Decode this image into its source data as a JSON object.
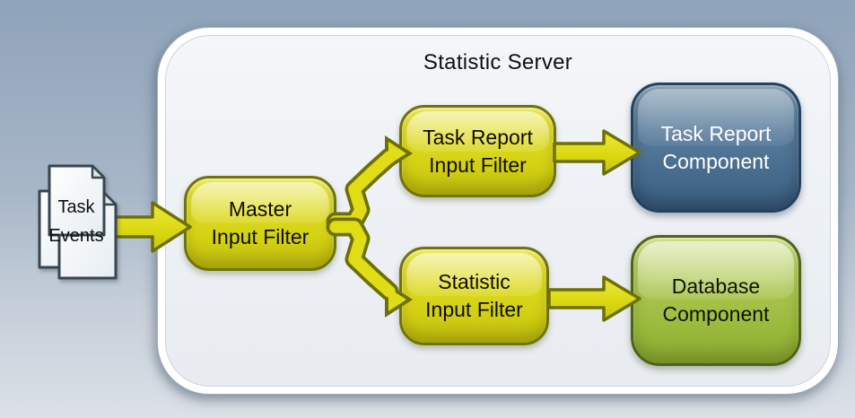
{
  "title": "Statistic Server",
  "source": {
    "line1": "Task",
    "line2": "Events"
  },
  "nodes": {
    "master": {
      "line1": "Master",
      "line2": "Input Filter"
    },
    "task_report_filter": {
      "line1": "Task Report",
      "line2": "Input Filter"
    },
    "statistic_filter": {
      "line1": "Statistic",
      "line2": "Input Filter"
    },
    "task_report_component": {
      "line1": "Task Report",
      "line2": "Component"
    },
    "database_component": {
      "line1": "Database",
      "line2": "Component"
    }
  },
  "arrows": [
    {
      "name": "task-events-to-master-input-filter"
    },
    {
      "name": "master-to-task-report-input-filter"
    },
    {
      "name": "master-to-statistic-input-filter"
    },
    {
      "name": "task-report-filter-to-task-report-component"
    },
    {
      "name": "statistic-filter-to-database-component"
    }
  ],
  "colors": {
    "background_top": "#8fa3ba",
    "background_bottom": "#dbe1e7",
    "server_fill": "#eef1f5",
    "filter_fill": "#d9d61a",
    "filter_border": "#70730a",
    "component_blue": "#4a6e8e",
    "component_blue_border": "#24415d",
    "component_green": "#9cba3e",
    "component_green_border": "#4e6317",
    "arrow_fill": "#dfdb14",
    "arrow_outline": "#6e7005",
    "document_border": "#37464f"
  }
}
